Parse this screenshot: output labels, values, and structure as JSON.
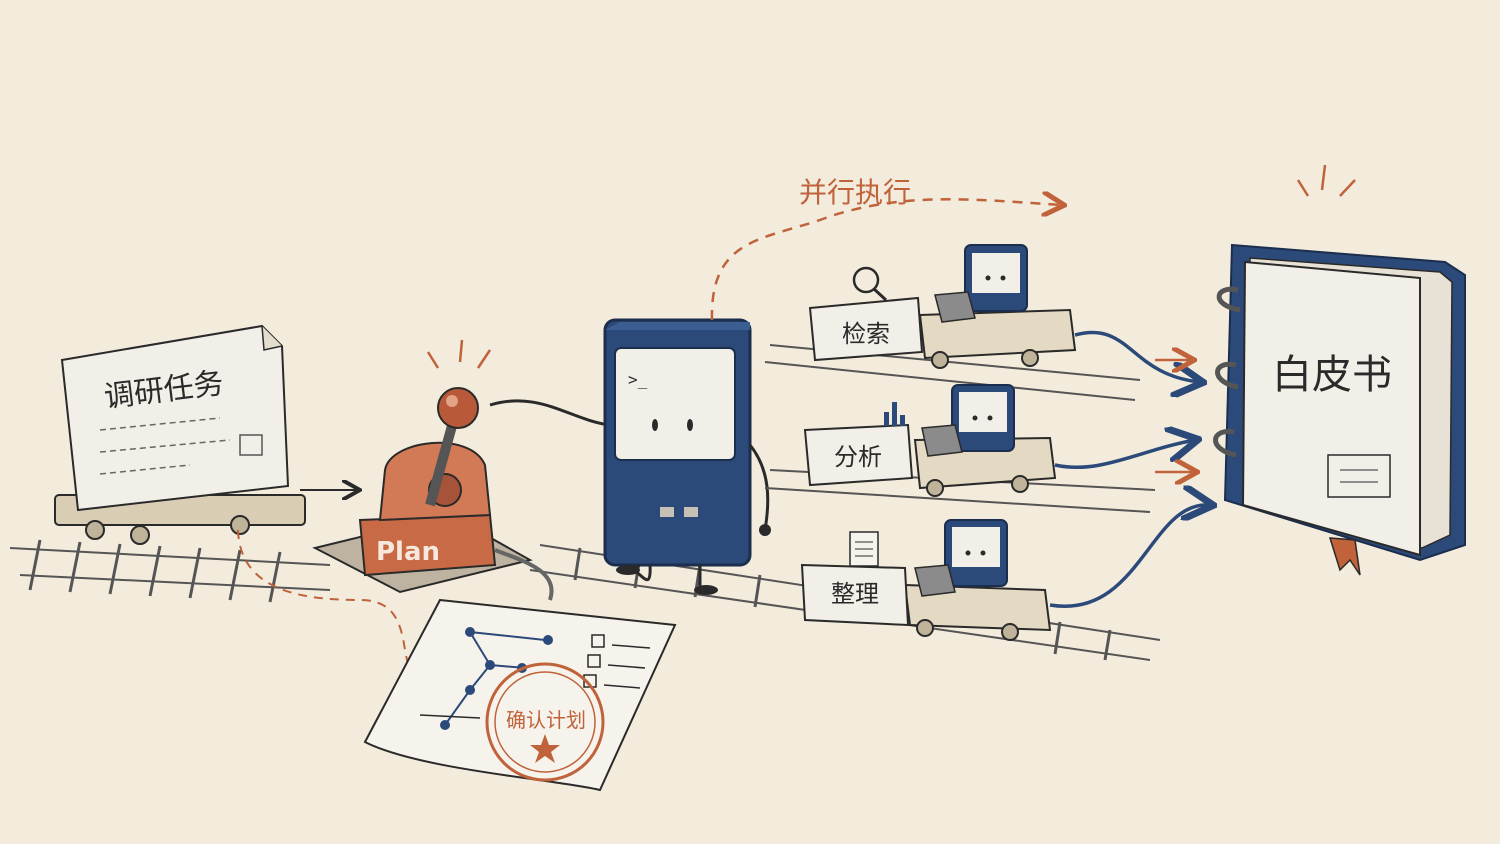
{
  "task_card": {
    "title": "调研任务"
  },
  "lever": {
    "label": "Plan"
  },
  "plan_sheet": {
    "stamp": "确认计划"
  },
  "parallel": {
    "label": "并行执行"
  },
  "carts": [
    {
      "label": "检索",
      "icon": "magnifier-icon"
    },
    {
      "label": "分析",
      "icon": "bar-chart-icon"
    },
    {
      "label": "整理",
      "icon": "document-icon"
    }
  ],
  "book": {
    "title": "白皮书"
  },
  "colors": {
    "paper": "#f3ecdd",
    "ink": "#2a2a2a",
    "navy": "#2b4a7a",
    "rust": "#c0623a",
    "beige": "#e7dcc6"
  }
}
